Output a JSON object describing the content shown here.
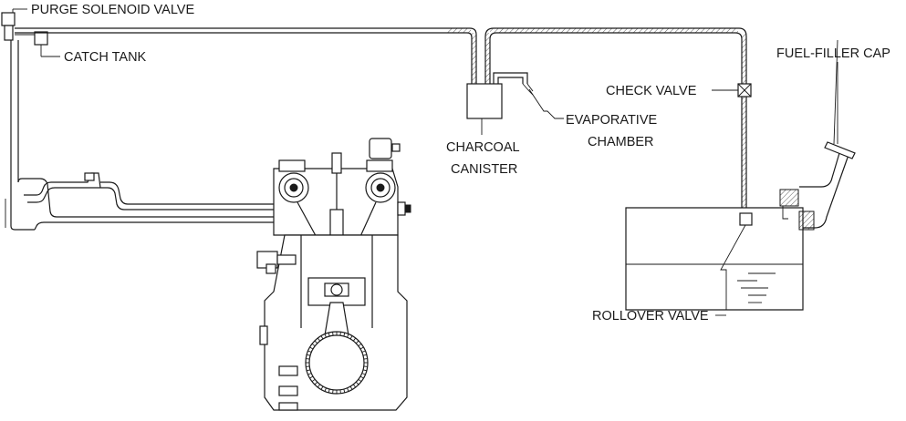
{
  "labels": {
    "purge_solenoid_valve": "PURGE SOLENOID VALVE",
    "catch_tank": "CATCH TANK",
    "charcoal_canister_line1": "CHARCOAL",
    "charcoal_canister_line2": "CANISTER",
    "evaporative_chamber_line1": "EVAPORATIVE",
    "evaporative_chamber_line2": "CHAMBER",
    "check_valve": "CHECK VALVE",
    "fuel_filler_cap": "FUEL-FILLER CAP",
    "rollover_valve": "ROLLOVER VALVE"
  }
}
